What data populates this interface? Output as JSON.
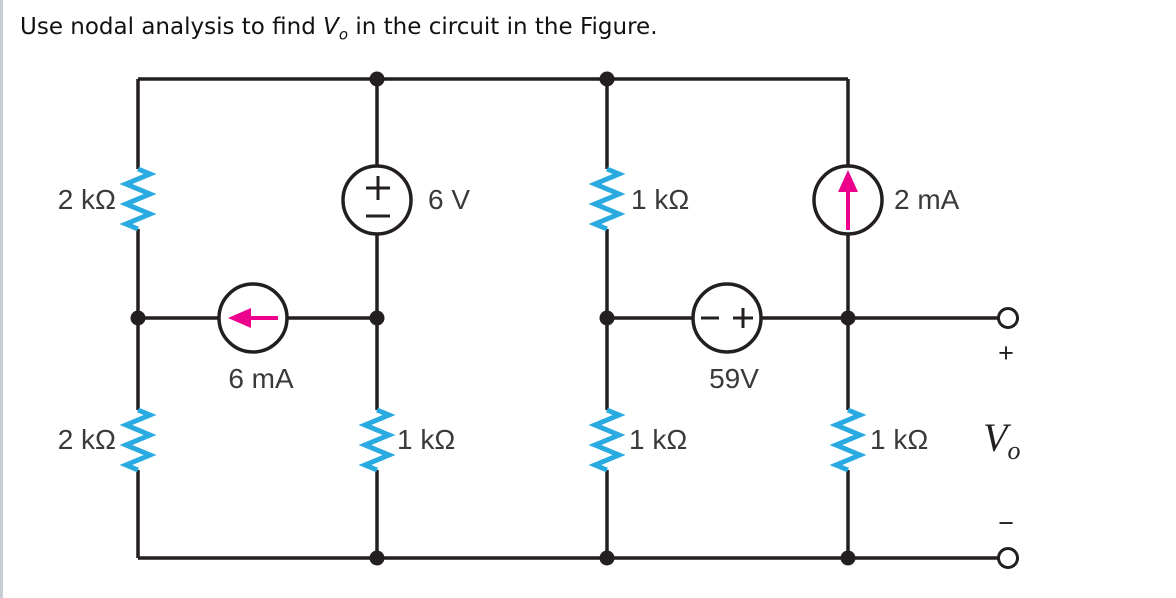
{
  "title": {
    "prefix": "Use nodal analysis to find ",
    "variable": "V",
    "variable_subscript": "o",
    "suffix": " in the circuit in the Figure."
  },
  "colors": {
    "wire": "#231f20",
    "resistor_zigzag": "#29abe2",
    "source_arrow": "#ec008c",
    "label_text": "#3a3a3a"
  },
  "circuit": {
    "resistors": {
      "top_left": {
        "label": "2 kΩ"
      },
      "bottom_left": {
        "label": "2 kΩ"
      },
      "top_col3": {
        "label": "1 kΩ"
      },
      "bottom_col2": {
        "label": "1 kΩ"
      },
      "bottom_col3": {
        "label": "1 kΩ"
      },
      "bottom_col4": {
        "label": "1 kΩ"
      }
    },
    "sources": {
      "voltage_6v": {
        "label": "6 V",
        "icon": "plus-top-minus-bottom"
      },
      "voltage_59v": {
        "label": "59V",
        "icon": "minus-left-plus-right"
      },
      "current_6ma": {
        "label": "6 mA",
        "icon": "arrow-left"
      },
      "current_2ma": {
        "label": "2 mA",
        "icon": "arrow-up"
      }
    },
    "output": {
      "plus": "+",
      "minus": "−",
      "variable": "V",
      "variable_subscript": "o"
    }
  }
}
